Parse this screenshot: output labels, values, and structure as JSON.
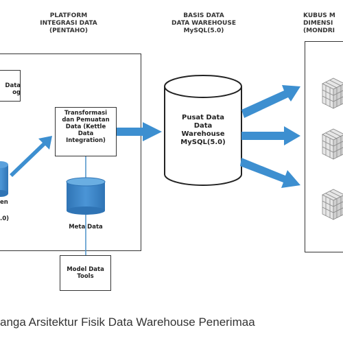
{
  "headers": {
    "platform": "PLATFORM\nINTEGRASI DATA\n(PENTAHO)",
    "warehouse": "BASIS DATA\nDATA WAREHOUSE\nMySQL(5.0)",
    "cube": "KUBUS M\nDIMENSI\n(MONDRI"
  },
  "boxes": {
    "top_left": "Data\nog",
    "transform": "Transformasi\ndan Pemuatan\nData (Kettle\nData\nIntegration)",
    "meta_data": "Meta Data",
    "model_tools": "Model Data\nTools",
    "left_db_fragment": "en",
    "left_db_fragment2": ".0)",
    "warehouse_db": "Pusat Data\nData\nWarehouse\nMySQL(5.0)"
  },
  "caption": "anga Arsitektur Fisik Data Warehouse Penerimaa",
  "colors": {
    "cylinder": "#3a82c4",
    "arrow": "#3d8fd0",
    "line": "#4a90c8",
    "cube": "#cccccc"
  }
}
